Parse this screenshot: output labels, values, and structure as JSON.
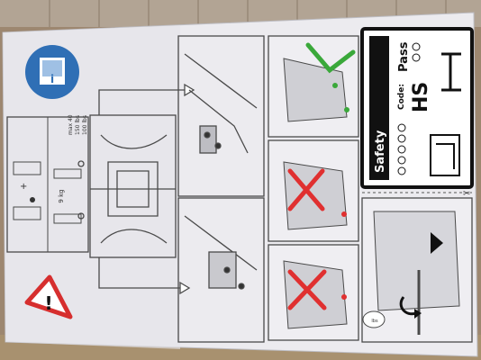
{
  "photo": {
    "colors": {
      "background_top": "#9b8770",
      "background_bottom": "#a08a6e",
      "paper": "#ecebef",
      "line": "#4a4a4a",
      "info_blue": "#2f6fb5",
      "warning_red": "#d62e2e",
      "cross_red": "#e03030",
      "check_green": "#3aa83a",
      "card_black": "#111111"
    },
    "weights": {
      "top_left": "max 40",
      "top_mid": "150 lbs",
      "top_right": "100 lbs"
    },
    "weight_center": "9 kg",
    "safety_card": {
      "safety": "Safety",
      "pass": "Pass",
      "code": "Code:",
      "code_value": "HS"
    },
    "caption_lbs": "lbs",
    "icons": [
      "info-icon",
      "warning-icon",
      "check-mark-icon",
      "cross-icon",
      "scissors-icon"
    ]
  }
}
